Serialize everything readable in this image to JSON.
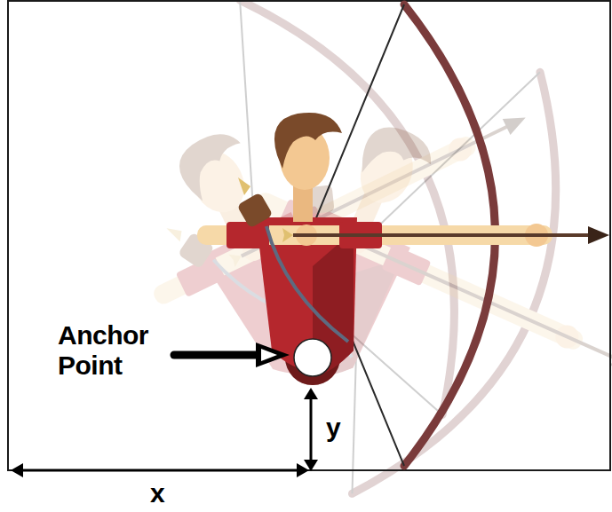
{
  "diagram": {
    "labels": [
      "Anchor Point",
      "y",
      "x"
    ]
  }
}
